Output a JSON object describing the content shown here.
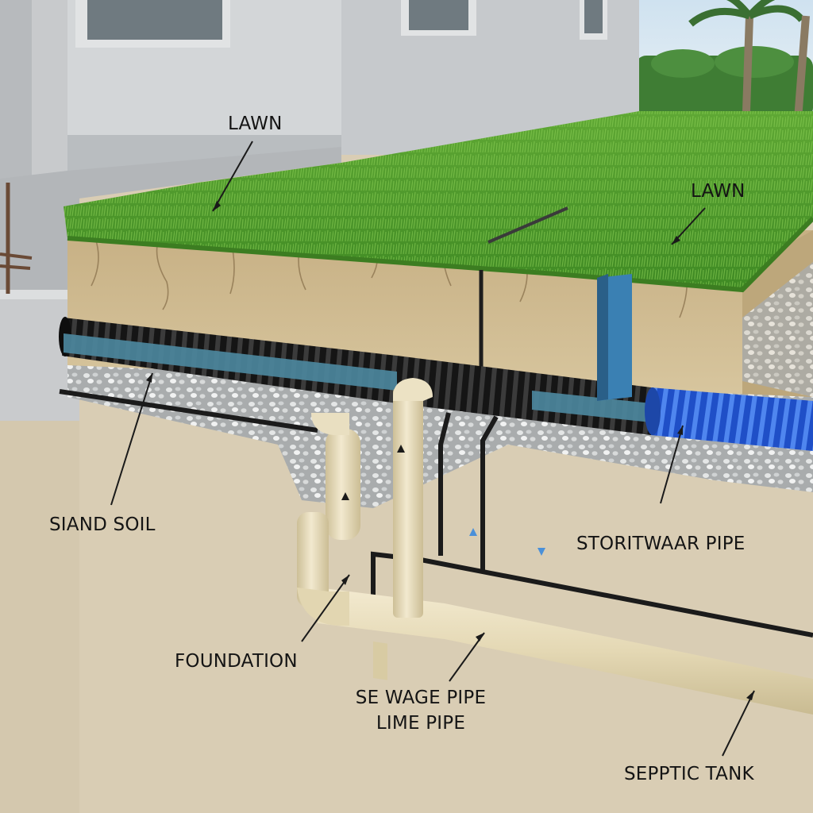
{
  "labels": {
    "lawn_left": "LAWN",
    "lawn_right": "LAWN",
    "sand_soil": "SIAND  SOIL",
    "stormwater_pipe": "STORITWAAR PIPE",
    "foundation": "FOUNDATION",
    "sewage_pipe": "SE WAGE PIPE",
    "lime_pipe": "LIME PIPE",
    "septic_tank": "SEPPTIC TANK"
  },
  "colors": {
    "grass": "#4f9a2c",
    "grass_light": "#7fc24a",
    "topsoil": "#cdb991",
    "subsoil": "#d9cdb4",
    "gravel": "#b9bcbd",
    "corrugated_pipe": "#1b1b1b",
    "blue_pipe": "#2d5fd6",
    "sewage_pipe": "#e6dcbc",
    "concrete": "#c4c6c7",
    "house_wall": "#d6d8d9",
    "sky": "#dde9f2",
    "hedge": "#3f7d34"
  }
}
